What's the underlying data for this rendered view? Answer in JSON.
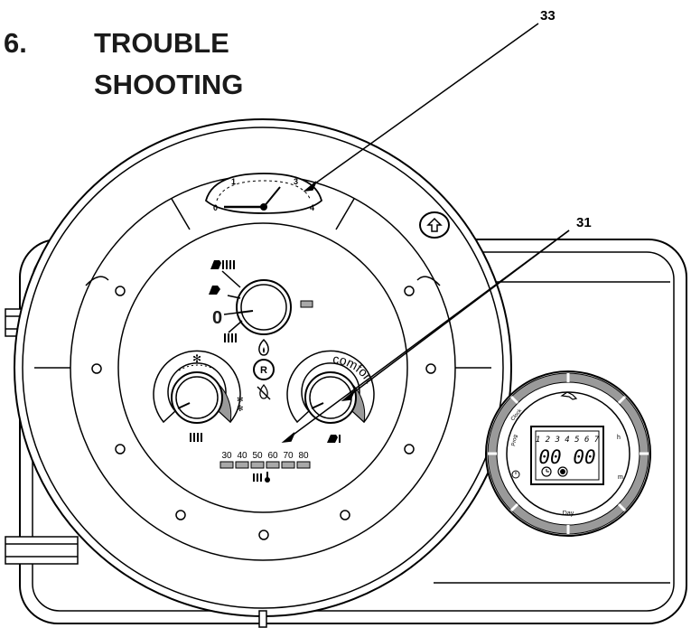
{
  "title": {
    "number": "6.",
    "line1": "TROUBLE",
    "line2": "SHOOTING"
  },
  "callouts": [
    "33",
    "31"
  ],
  "pressure_gauge": {
    "ticks": [
      "0",
      "1",
      "3",
      "4"
    ]
  },
  "mode_selector": {
    "label": "0"
  },
  "reset_button": {
    "label": "R"
  },
  "comfort_label": "comfort",
  "temperature_scale": [
    "30",
    "40",
    "50",
    "60",
    "70",
    "80"
  ],
  "timer": {
    "days": "1 2 3 4 5 6 7",
    "time": "00 00",
    "labels": {
      "top": "Clock",
      "left": "Prog",
      "bottom": "Day",
      "right_top": "h",
      "right_bottom": "m"
    }
  },
  "colors": {
    "line": "#000000",
    "shade": "#9a9a9a",
    "led": "#a8a8a8"
  }
}
